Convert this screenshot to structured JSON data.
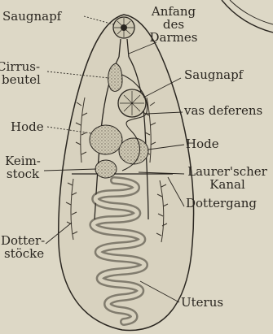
{
  "labels": {
    "saugnapf_top": "Saugnapf",
    "anfang_des_darmes": [
      "Anfang",
      "des",
      "Darmes"
    ],
    "cirrusbeutel": [
      "Cirrus-",
      "beutel"
    ],
    "saugnapf_ventral": "Saugnapf",
    "vas_deferens": "vas deferens",
    "hode_left": "Hode",
    "hode_right": "Hode",
    "keimstock": [
      "Keim-",
      "stock"
    ],
    "laurer_kanal": [
      "Laurer'scher",
      "Kanal"
    ],
    "dottergang": "Dottergang",
    "dotterstoecke": [
      "Dotter-",
      "stöcke"
    ],
    "uterus": "Uterus"
  },
  "colors": {
    "paper": "#ddd8c6",
    "ink": "#2a2620",
    "organ_fill": "#c9c3ae"
  }
}
